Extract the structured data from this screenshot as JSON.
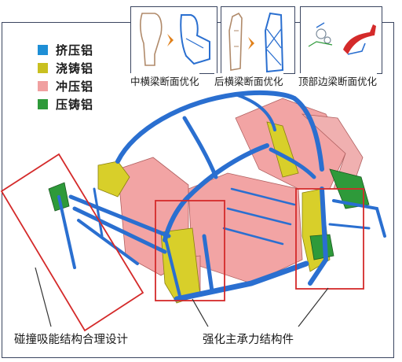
{
  "legend": {
    "items": [
      {
        "label": "挤压铝",
        "color": "#1e8fd6"
      },
      {
        "label": "浇铸铝",
        "color": "#c9c020"
      },
      {
        "label": "冲压铝",
        "color": "#f0a0a0"
      },
      {
        "label": "压铸铝",
        "color": "#2e9a3a"
      }
    ]
  },
  "thumbnails": [
    {
      "caption": "中横梁断面优化"
    },
    {
      "caption": "后横梁断面优化"
    },
    {
      "caption": "顶部边梁断面优化"
    }
  ],
  "callouts": {
    "left": "碰撞吸能结构合理设计",
    "right": "强化主承力结构件"
  },
  "colors": {
    "extrusion": "#2a6fd0",
    "casting": "#d8cf2a",
    "stamping": "#f2a4a4",
    "die_casting": "#2e9a3a",
    "callout_red": "#d42a2a",
    "arrow_orange": "#e0801a"
  }
}
